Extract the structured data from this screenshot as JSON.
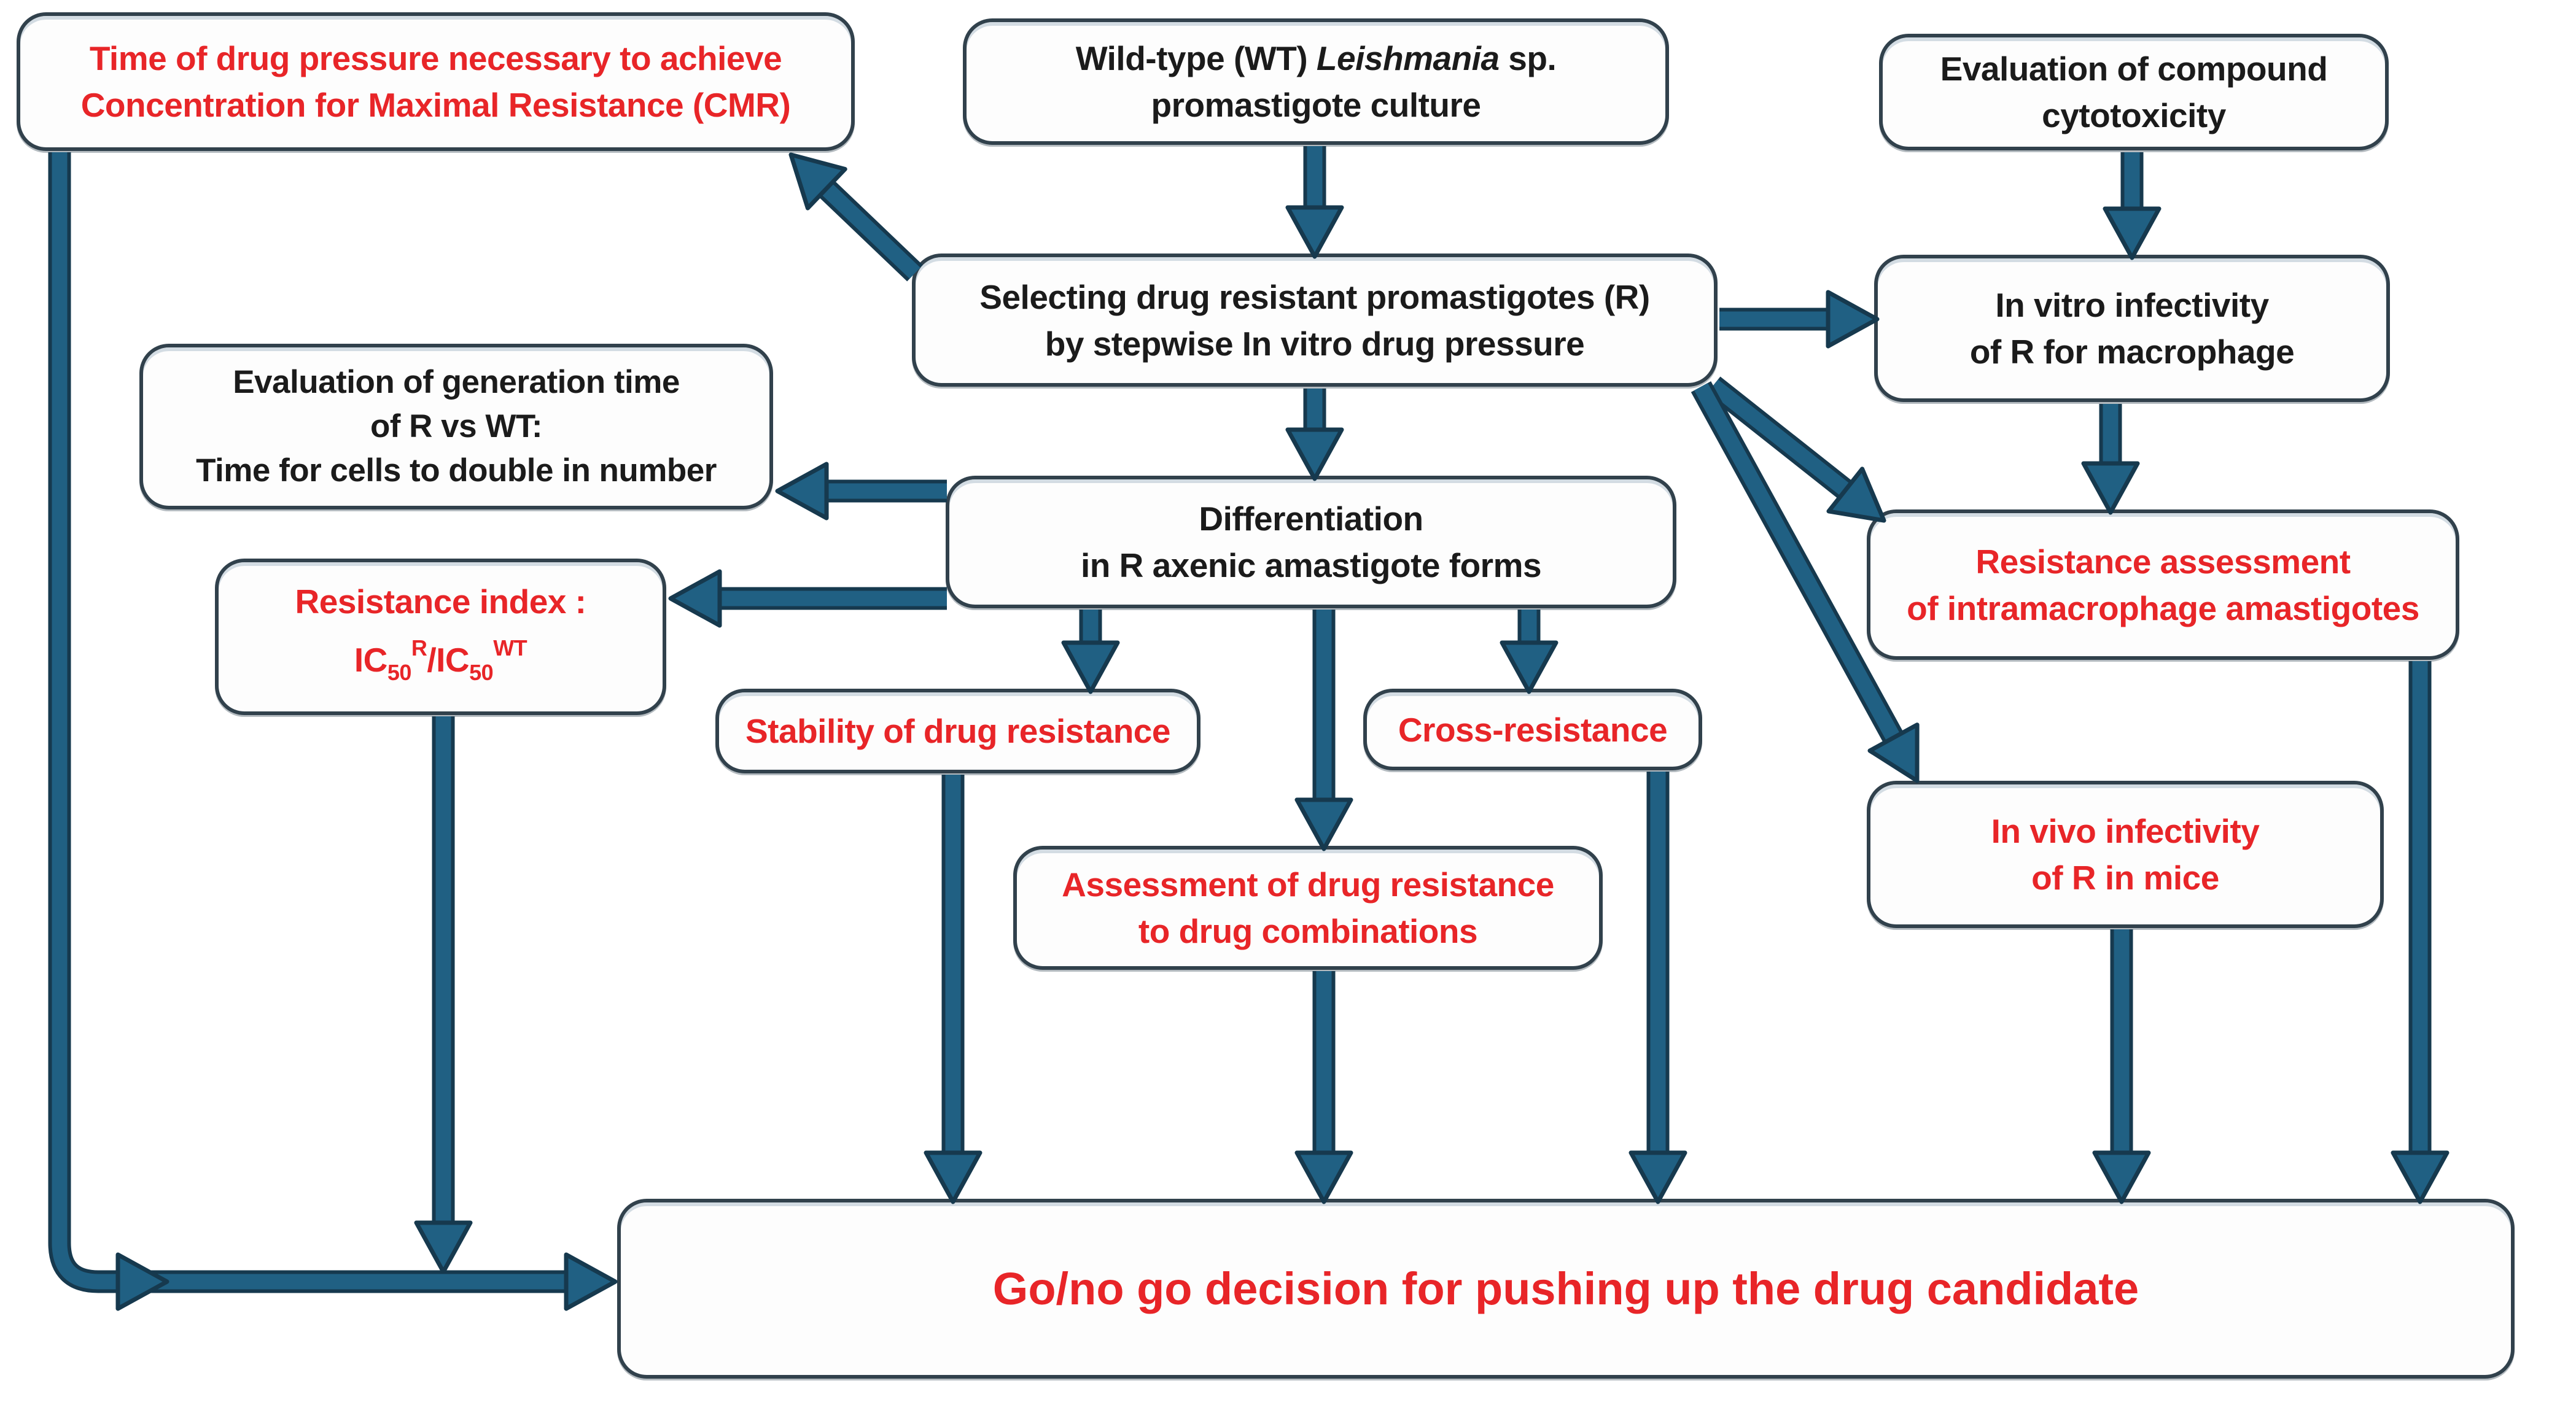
{
  "diagram": {
    "title": "Leishmania drug-resistance workflow",
    "colors": {
      "arrow_fill": "#206083",
      "arrow_outline": "#16394e",
      "red_text": "#e82528",
      "black_text": "#1b1b1b",
      "box_border": "#31414c"
    },
    "nodes": {
      "cmr": {
        "line1": "Time of drug pressure necessary to achieve",
        "line2": "Concentration for Maximal Resistance (CMR)"
      },
      "wt": {
        "line1_pre": "Wild-type (WT) ",
        "line1_italic": "Leishmania",
        "line1_post": " sp.",
        "line2": "promastigote culture"
      },
      "cytotox": {
        "line1": "Evaluation of compound",
        "line2": "cytotoxicity"
      },
      "selecting": {
        "line1": "Selecting drug resistant promastigotes (R)",
        "line2": "by stepwise In vitro drug pressure"
      },
      "invitro": {
        "line1_bold": "In vitro",
        "line1_rest": " infectivity",
        "line2": "of R for macrophage"
      },
      "gentime": {
        "line1": "Evaluation of generation time",
        "line2": "of R vs WT:",
        "line3": "Time for cells to double in number"
      },
      "diff": {
        "line1": "Differentiation",
        "line2": "in R axenic amastigote forms"
      },
      "resindex": {
        "line1": "Resistance index :",
        "f_ic1": "IC",
        "f_sub1": "50",
        "f_sup1": "R",
        "f_ic2": "/IC",
        "f_sub2": "50",
        "f_sup2": "WT"
      },
      "stability": {
        "line1": "Stability of drug resistance"
      },
      "crossres": {
        "line1": "Cross-resistance"
      },
      "resassess": {
        "line1": "Resistance assessment",
        "line2": "of intramacrophage amastigotes"
      },
      "combos": {
        "line1": "Assessment of drug resistance",
        "line2": "to drug combinations"
      },
      "invivo": {
        "line1_bold": "In vivo",
        "line1_rest": " infectivity",
        "line2": "of R in mice"
      },
      "gonogo": {
        "line1": "Go/no go decision for pushing up the drug candidate"
      }
    }
  }
}
